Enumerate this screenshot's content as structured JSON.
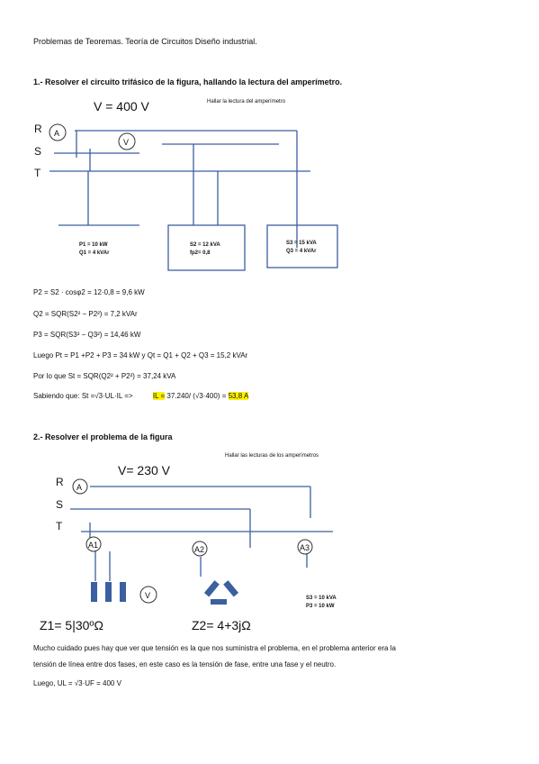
{
  "header": "Problemas de Teoremas. Teoría de Circuitos Diseño industrial.",
  "problem1": {
    "title": "1.- Resolver el circuito trifásico de la figura, hallando la lectura del amperímetro.",
    "voltage": "V = 400 V",
    "caption": "Hallar la lectura del amperímetro",
    "phases": [
      "R",
      "S",
      "T"
    ],
    "ammeter": "A",
    "voltmeter": "V",
    "load1": [
      "P1 = 10 kW",
      "Q1 = 4 kVAr"
    ],
    "load2": [
      "S2 = 12 kVA",
      "fp2= 0,8"
    ],
    "load3": [
      "S3 = 15 kVA",
      "Q3 = 4 kVAr"
    ],
    "steps": {
      "p2": "P2 = S2 · cosφ2 = 12·0,8 = 9,6 kW",
      "q2": "Q2 = SQR(S2² − P2²) = 7,2 kVAr",
      "p3": "P3 = SQR(S3² − Q3²) = 14,46 kW",
      "totals": "Luego Pt = P1 +P2 + P3 = 34 kW       y    Qt = Q1 + Q2 + Q3 = 15,2 kVAr",
      "st": "Por lo que  St = SQR(Q2² + P2²) = 37,24 kVA",
      "final_prefix": "Sabiendo que: St =√3·UL·IL =>",
      "final_il": "IL =",
      "final_mid": "37.240/ (√3·400) =",
      "final_result": "53,8 A"
    }
  },
  "problem2": {
    "title": "2.- Resolver el problema de la figura",
    "voltage": "V= 230 V",
    "caption": "Hallar las lecturas de los amperímetros",
    "phases": [
      "R",
      "S",
      "T"
    ],
    "ammeters": [
      "A",
      "A1",
      "A2",
      "A3"
    ],
    "voltmeter": "V",
    "z1": "Z1= 5|30ºΩ",
    "z2": "Z2= 4+3jΩ",
    "load3": [
      "S3 = 10 kVA",
      "P3 = 10 kW"
    ],
    "note": [
      "Mucho cuidado pues hay que ver que tensión es la que nos suministra el problema, en el problema anterior era la",
      "tensión de línea entre dos fases, en este caso es la tensión de fase, entre una fase y el neutro."
    ],
    "luego": "Luego, UL = √3·UF = 400 V"
  }
}
